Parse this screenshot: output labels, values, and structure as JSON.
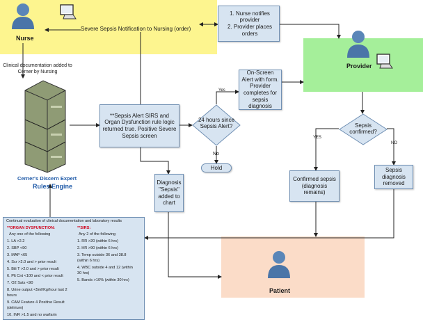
{
  "actors": {
    "nurse": "Nurse",
    "provider": "Provider",
    "patient": "Patient"
  },
  "arrows": {
    "notification": "Severe Sepsis Notification to Nursing (order)",
    "documentation": "Clinical documentation added to Cerner by Nursing",
    "yes_small": "Yes",
    "no_hold": "No",
    "yes_confirmed": "YES",
    "no_confirmed": "NO"
  },
  "engine": {
    "line1": "Cerner's Discern Expert",
    "line2": "Rules Engine"
  },
  "boxes": {
    "nurse_provider_line1": "1. Nurse notifies provider",
    "nurse_provider_line2": "2. Provider places orders",
    "onscreen_alert": "On-Screen Alert with form. Provider completes for sepsis diagnosis",
    "sepsis_alert": "**Sepsis Alert SIRS and Organ Dysfunction rule logic returned true. Positive Severe Sepsis screen",
    "diagnosis_added": "Diagnosis \"Sepsis\" added to chart",
    "confirmed_sepsis": "Confirmed sepsis (diagnosis remains)",
    "sepsis_removed": "Sepsis diagnosis removed",
    "hold": "Hold"
  },
  "decisions": {
    "hours24": "24 hours since Sepsis Alert?",
    "confirmed": "Sepsis confirmed?"
  },
  "panel": {
    "title": "Continual evaluation of clinical documentation and laboratory results",
    "organ_header": "**ORGAN DYSFUNCTION:",
    "organ_sub": "Any one of the following",
    "organ_items": [
      "1.  LA >2.2",
      "2.  SBP <90",
      "3.  MAP <65",
      "4.  Scr >2.0 and > prior result",
      "5.  Bili T >2.0 and > prior result",
      "6.  Plt Cnt <100 and < prior result",
      "7.  O2 Sats <90",
      "8.  Urine output <5ml/Kg/hour  last 2",
      "hours",
      "9.  CAM Feature 4 Positive Result",
      "(delirium)",
      "10.  INR >1.5 and no warfarin"
    ],
    "sirs_header": "**SIRS:",
    "sirs_sub": "Any 2 of the following",
    "sirs_items": [
      "1.  RR >20 (within 6 hrs)",
      "2.  HR >90 (within 6 hrs)",
      "3.  Temp outside 36 and 38.8",
      "(within 6 hrs)",
      "4.  WBC outside 4 and 12 (within",
      "30 hrs)",
      "5.  Bands >10% (within 30 hrs)"
    ]
  },
  "colors": {
    "nurse_zone": "#fdf58f",
    "provider_zone": "#a5ef9a",
    "patient_zone": "#fbdcc8",
    "box_fill": "#d7e4f1",
    "alert_red": "#d0021b"
  }
}
